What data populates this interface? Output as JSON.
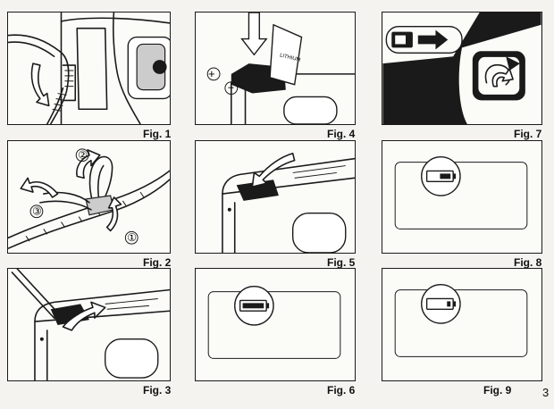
{
  "figures": {
    "fig1": "Fig. 1",
    "fig2": "Fig. 2",
    "fig3": "Fig. 3",
    "fig4": "Fig. 4",
    "fig5": "Fig. 5",
    "fig6": "Fig. 6",
    "fig7": "Fig. 7",
    "fig8": "Fig. 8",
    "fig9": "Fig. 9"
  },
  "fig2_steps": [
    "①",
    "②",
    "③"
  ],
  "fig4_battery_label": "LITHIUM",
  "fig4_polarity": {
    "plus": "+",
    "minus": "−"
  },
  "page_number": "3",
  "icons": {
    "fig1": "strap-eyelet-arrow-icon",
    "fig2": "strap-loop-icon",
    "fig3": "battery-cover-open-icon",
    "fig4": "battery-insert-icon",
    "fig5": "battery-cover-close-icon",
    "fig6": "battery-full-icon",
    "fig7": "battery-check-switch-icon",
    "fig8": "battery-half-icon",
    "fig9": "battery-low-icon"
  }
}
